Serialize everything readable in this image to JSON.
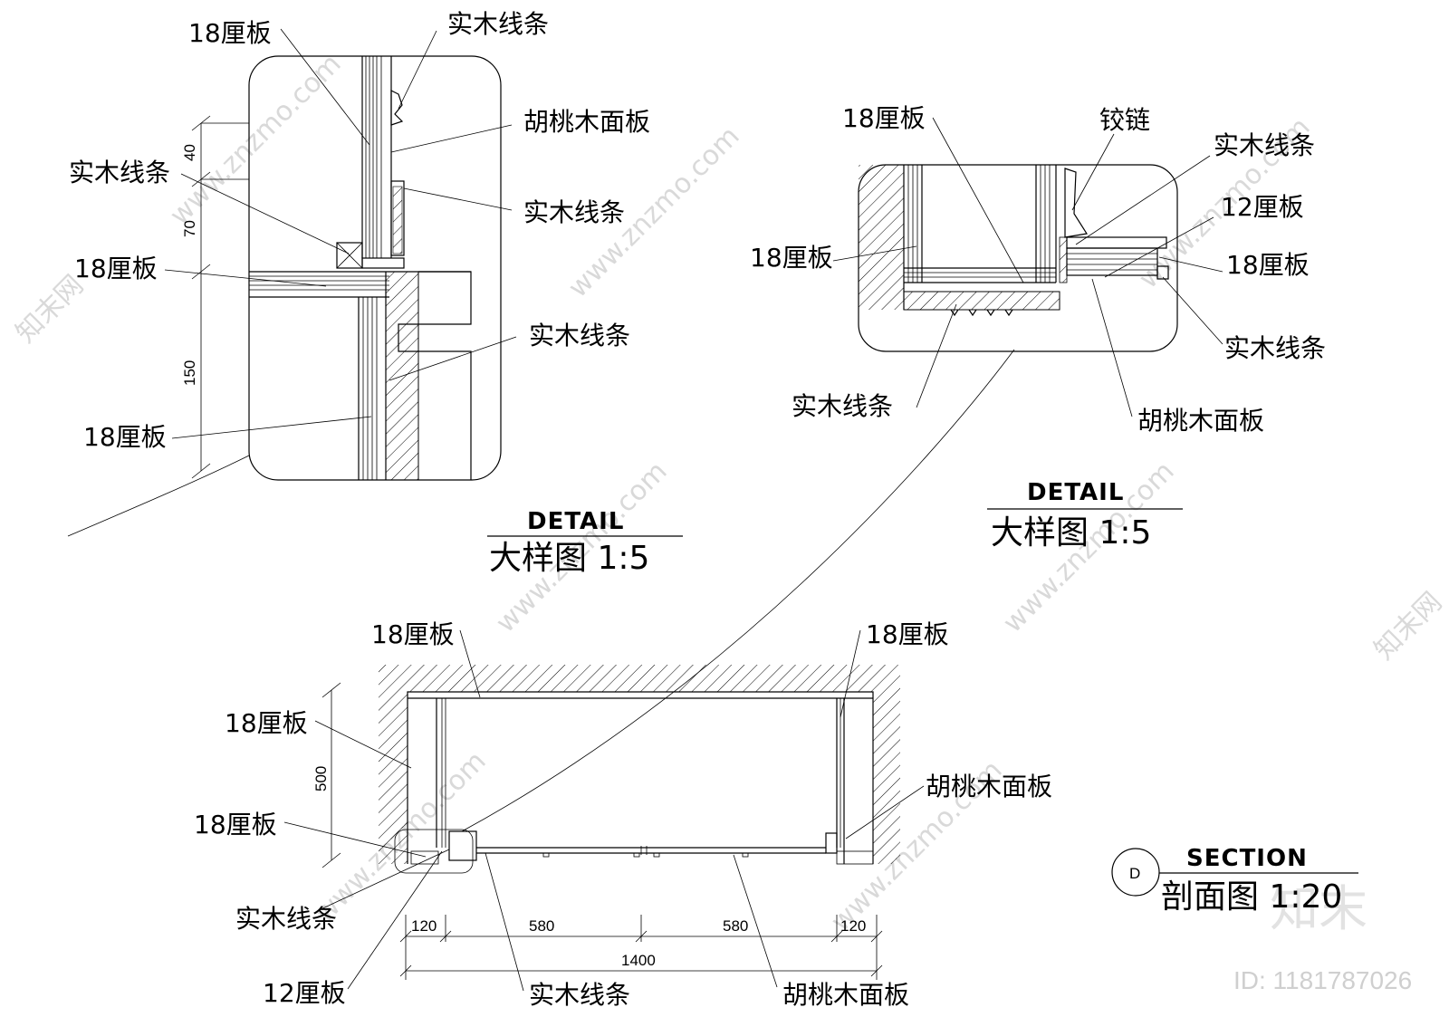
{
  "labels": {
    "d1_18_top": "18厘板",
    "d1_solid_top": "实木线条",
    "d1_walnut": "胡桃木面板",
    "d1_solid_left": "实木线条",
    "d1_solid_right": "实木线条",
    "d1_18_mid": "18厘板",
    "d1_solid_lower": "实木线条",
    "d1_18_bottom": "18厘板",
    "d2_18_top": "18厘板",
    "d2_hinge": "铰链",
    "d2_solid_topright": "实木线条",
    "d2_12": "12厘板",
    "d2_18_left": "18厘板",
    "d2_18_right": "18厘板",
    "d2_solid_right": "实木线条",
    "d2_solid_left": "实木线条",
    "d2_walnut": "胡桃木面板",
    "s_18_topleft": "18厘板",
    "s_18_topright": "18厘板",
    "s_18_left": "18厘板",
    "s_walnut_right": "胡桃木面板",
    "s_18_leftlow": "18厘板",
    "s_solid_left": "实木线条",
    "s_12": "12厘板",
    "s_solid_bottom": "实木线条",
    "s_walnut_bottom": "胡桃木面板"
  },
  "dimensions": {
    "d1_40": "40",
    "d1_70": "70",
    "d1_150": "150",
    "s_500": "500",
    "s_120_left": "120",
    "s_580_left": "580",
    "s_580_right": "580",
    "s_120_right": "120",
    "s_1400": "1400"
  },
  "titles": {
    "detail1_en": "DETAIL",
    "detail1_cn": "大样图 1:5",
    "detail2_en": "DETAIL",
    "detail2_cn": "大样图 1:5",
    "section_marker": "D",
    "section_en": "SECTION",
    "section_cn": "剖面图 1:20"
  },
  "watermarks": {
    "site": "www.znzmo.com",
    "brand": "知末网",
    "logo": "知末",
    "id": "ID: 1181787026"
  }
}
